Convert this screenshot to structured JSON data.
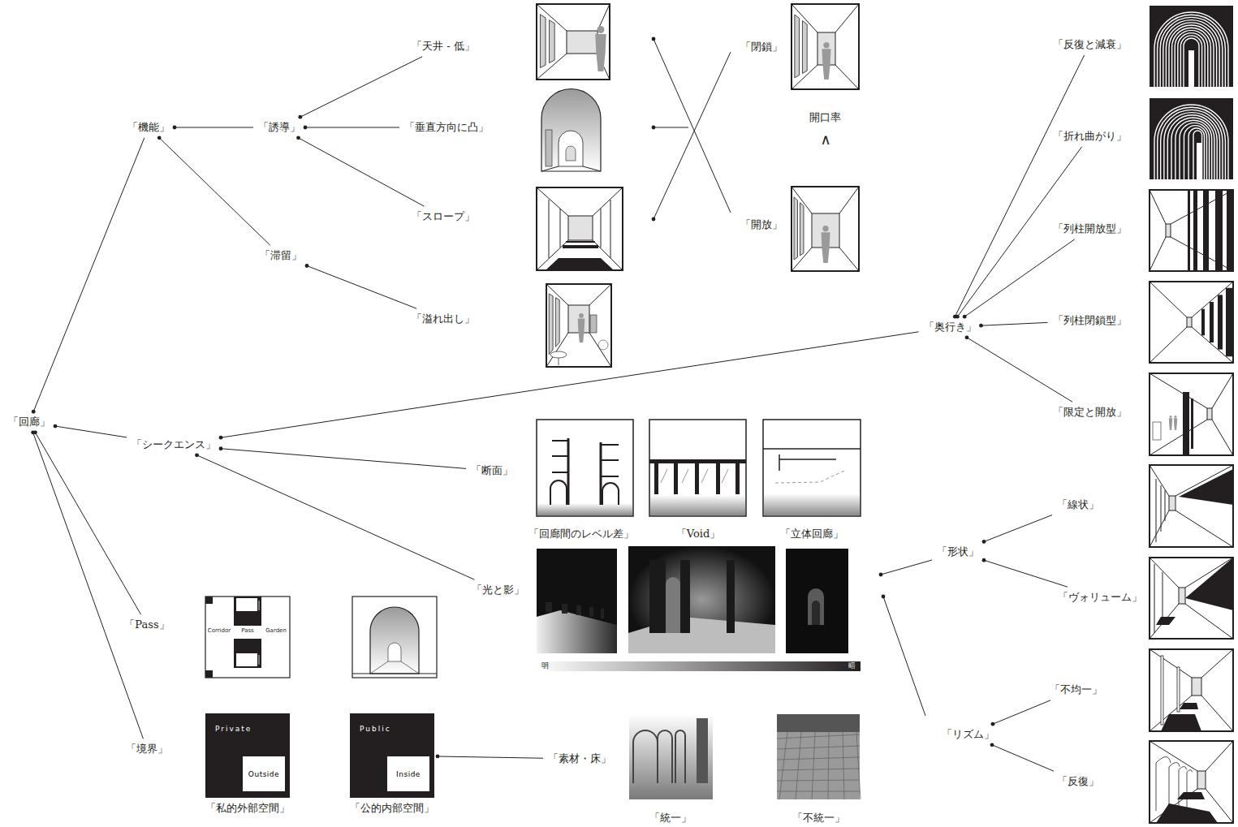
{
  "diagram": {
    "nodes": [
      {
        "text": [
          "「回廊」"
        ]
      },
      {
        "text": [
          "「機能」"
        ]
      },
      {
        "text": [
          "「誘導」"
        ]
      },
      {
        "text": [
          "「滞留」"
        ]
      },
      {
        "text": [
          "「天井 - 低」"
        ]
      },
      {
        "text": [
          "「垂直方向に凸」"
        ]
      },
      {
        "text": [
          "「スロープ」"
        ]
      },
      {
        "text": [
          "「溢れ出し」"
        ]
      },
      {
        "text": [
          "「閉鎖」"
        ]
      },
      {
        "text": [
          "「開放」"
        ]
      },
      {
        "text": [
          "「シークエンス」"
        ]
      },
      {
        "text": [
          "「奥行き」"
        ]
      },
      {
        "text": [
          "「反復と減衰」"
        ]
      },
      {
        "text": [
          "「折れ曲がり」"
        ]
      },
      {
        "text": [
          "「列柱開放型」"
        ]
      },
      {
        "text": [
          "「列柱閉鎖型」"
        ]
      },
      {
        "text": [
          "「限定と開放」"
        ]
      },
      {
        "text": [
          "「断面」"
        ]
      },
      {
        "text": [
          "「光と影」"
        ]
      },
      {
        "text": [
          "「形状」"
        ]
      },
      {
        "text": [
          "「線状」"
        ]
      },
      {
        "text": [
          "「ヴォリューム」"
        ]
      },
      {
        "text": [
          "「リズム」"
        ]
      },
      {
        "text": [
          "「不均一」"
        ]
      },
      {
        "text": [
          "「反復」"
        ]
      },
      {
        "text": [
          "「Pass」"
        ]
      },
      {
        "text": [
          "「境界」"
        ]
      },
      {
        "text": [
          "Private",
          "Outside",
          "「私的外部空間」"
        ]
      },
      {
        "text": [
          "Public",
          "Inside",
          "「公的内部空間」"
        ]
      },
      {
        "text": [
          "「素材・床」"
        ]
      }
    ],
    "edges": [
      {
        "from": 0,
        "to": 1,
        "arrow": "none"
      },
      {
        "from": 0,
        "to": 10,
        "arrow": "none"
      },
      {
        "from": 0,
        "to": 25,
        "arrow": "none"
      },
      {
        "from": 0,
        "to": 26,
        "arrow": "none"
      },
      {
        "from": 1,
        "to": 2,
        "arrow": "none"
      },
      {
        "from": 1,
        "to": 3,
        "arrow": "none"
      },
      {
        "from": 2,
        "to": 4,
        "arrow": "none"
      },
      {
        "from": 2,
        "to": 5,
        "arrow": "none"
      },
      {
        "from": 2,
        "to": 6,
        "arrow": "none"
      },
      {
        "from": 3,
        "to": 7,
        "arrow": "none"
      },
      {
        "from": 10,
        "to": 11,
        "arrow": "none"
      },
      {
        "from": 10,
        "to": 17,
        "arrow": "none"
      },
      {
        "from": 10,
        "to": 18,
        "arrow": "none"
      },
      {
        "from": 11,
        "to": 12,
        "arrow": "none"
      },
      {
        "from": 11,
        "to": 13,
        "arrow": "none"
      },
      {
        "from": 11,
        "to": 14,
        "arrow": "none"
      },
      {
        "from": 11,
        "to": 15,
        "arrow": "none"
      },
      {
        "from": 11,
        "to": 16,
        "arrow": "none"
      },
      {
        "from": 19,
        "to": 20,
        "arrow": "none"
      },
      {
        "from": 19,
        "to": 21,
        "arrow": "none"
      },
      {
        "from": 22,
        "to": 23,
        "arrow": "none"
      },
      {
        "from": 22,
        "to": 24,
        "arrow": "none"
      },
      {
        "from": 28,
        "to": 29,
        "arrow": "none"
      }
    ],
    "labels": [
      "開口率",
      "∧",
      "「回廊間のレベル差」",
      "「Void」",
      "「立体回廊」",
      "明",
      "暗",
      "Corridor",
      "Pass",
      "Garden",
      "「統一」",
      "「不統一」"
    ]
  }
}
